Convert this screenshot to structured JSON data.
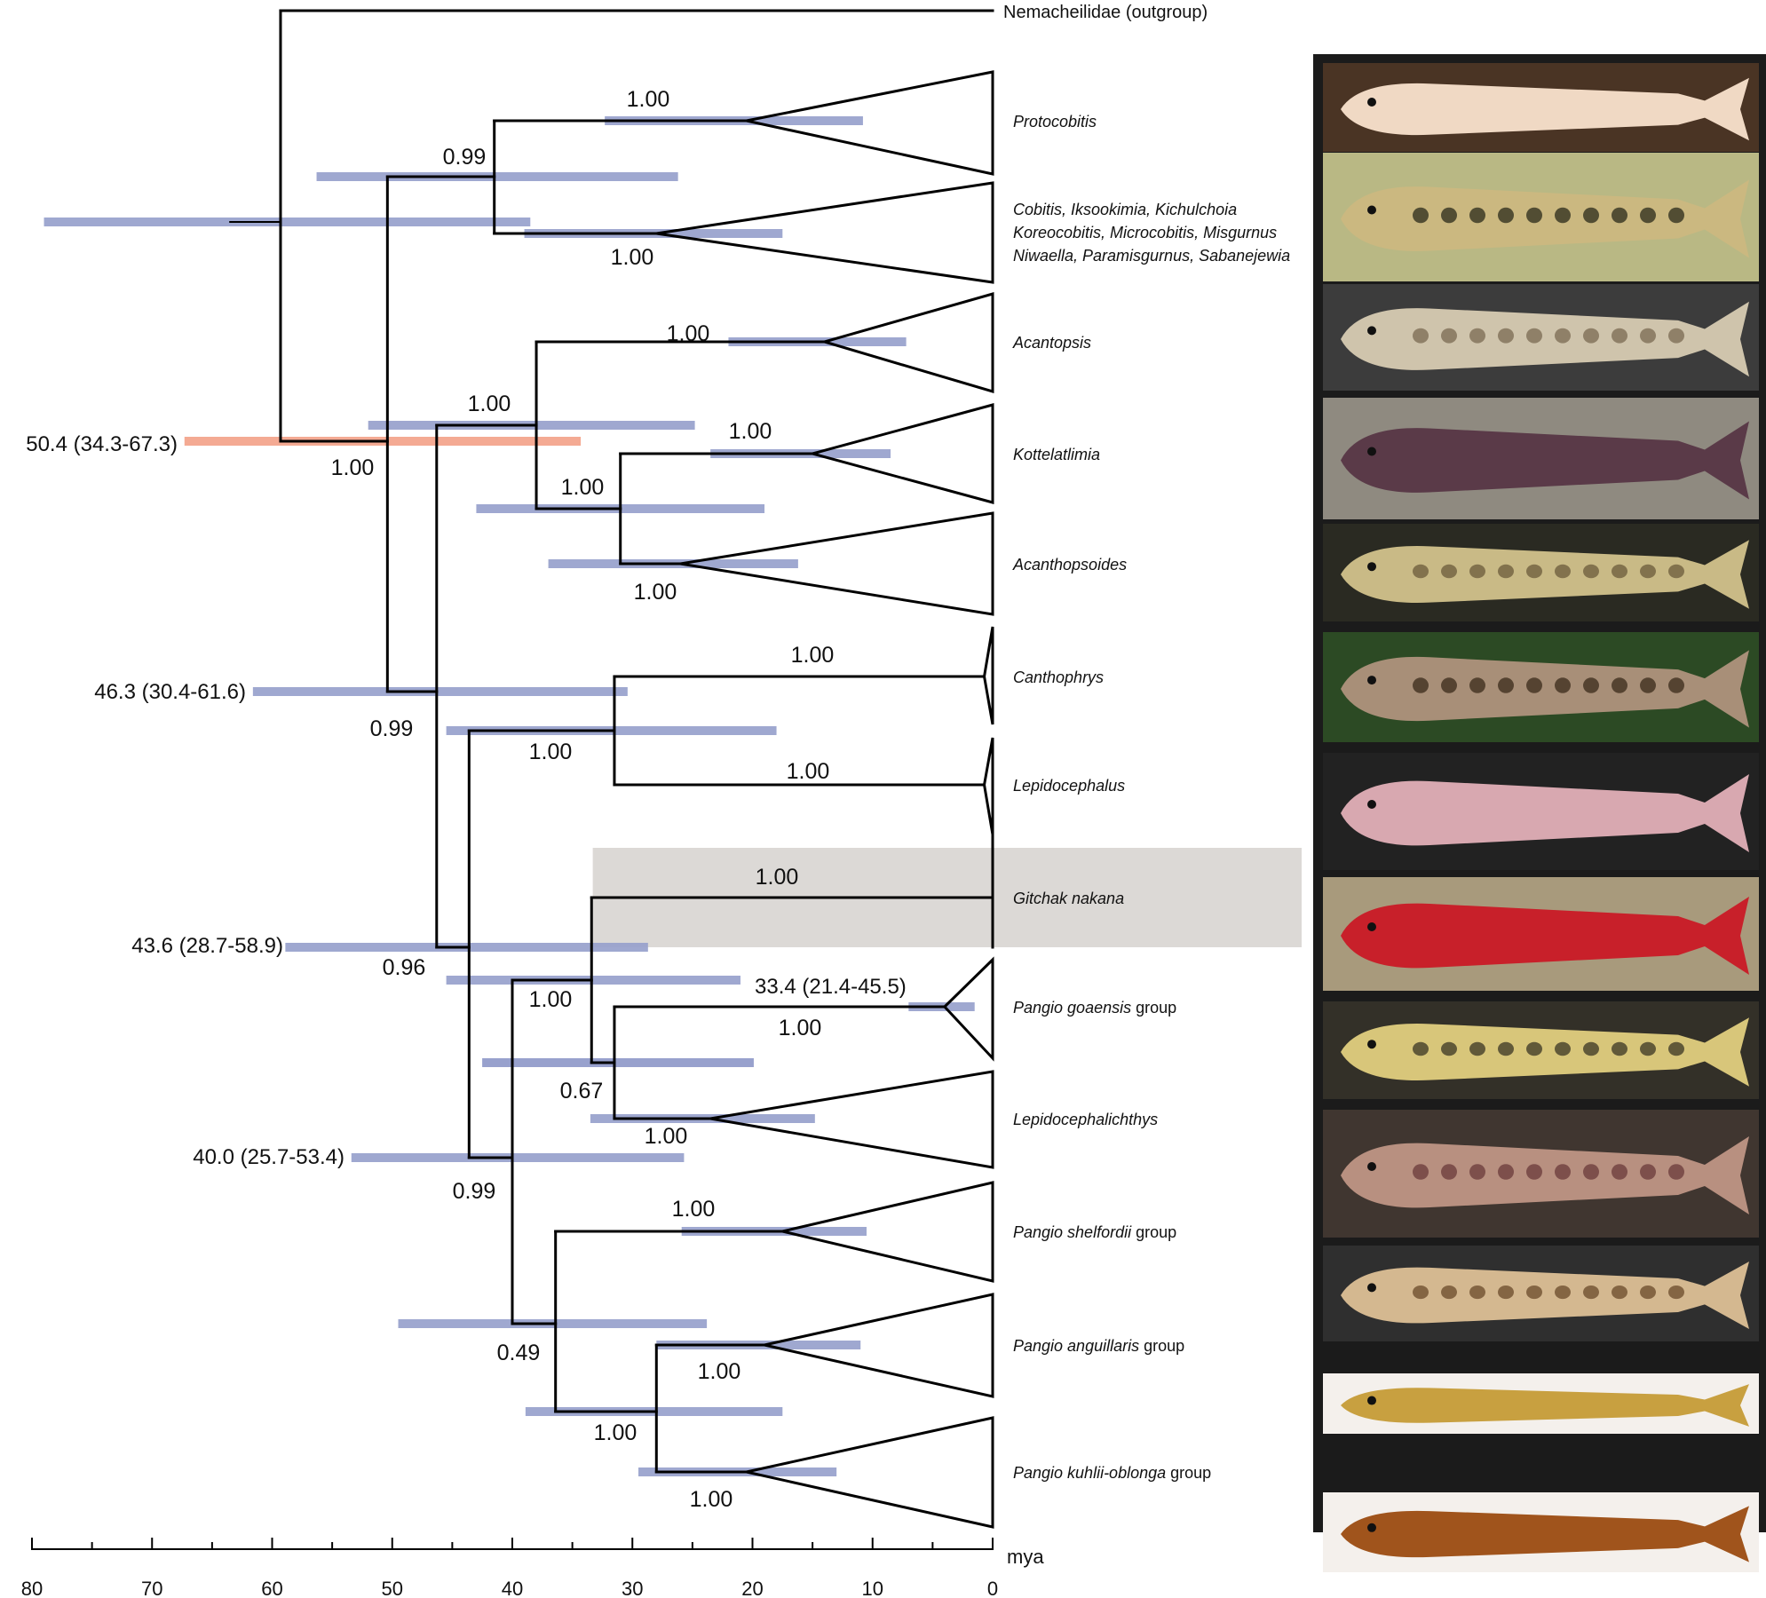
{
  "tree": {
    "outgroup_label": "Nemacheilidae (outgroup)",
    "axis": {
      "unit_label": "mya",
      "ticks": [
        "80",
        "70",
        "60",
        "50",
        "40",
        "30",
        "20",
        "10",
        "0"
      ],
      "range_mya": [
        80,
        0
      ]
    },
    "colors": {
      "branch": "#000000",
      "hpd_bar": "#97a1cc",
      "root_bar": "#f3a38a",
      "highlight": "#dcd9d6",
      "photo_panel": "#1b1b1b"
    },
    "clades": [
      {
        "id": "protocobitis",
        "label": "Protocobitis",
        "italic": true,
        "suffix": ""
      },
      {
        "id": "cobitis",
        "label_lines": [
          "Cobitis, Iksookimia, Kichulchoia",
          "Koreocobitis, Microcobitis, Misgurnus",
          "Niwaella, Paramisgurnus, Sabanejewia"
        ],
        "italic": true
      },
      {
        "id": "acantopsis",
        "label": "Acantopsis",
        "italic": true,
        "suffix": ""
      },
      {
        "id": "kottelatlimia",
        "label": "Kottelatlimia",
        "italic": true,
        "suffix": ""
      },
      {
        "id": "acanthopsoides",
        "label": "Acanthopsoides",
        "italic": true,
        "suffix": ""
      },
      {
        "id": "canthophrys",
        "label": "Canthophrys",
        "italic": true,
        "suffix": ""
      },
      {
        "id": "lepidocephalus",
        "label": "Lepidocephalus",
        "italic": true,
        "suffix": ""
      },
      {
        "id": "gitchak",
        "label": "Gitchak nakana",
        "italic": true,
        "suffix": "",
        "highlighted": true
      },
      {
        "id": "goaensis",
        "label": "Pangio goaensis",
        "italic": true,
        "suffix": " group"
      },
      {
        "id": "lepidocephalichthys",
        "label": "Lepidocephalichthys",
        "italic": true,
        "suffix": ""
      },
      {
        "id": "shelfordii",
        "label": "Pangio shelfordii",
        "italic": true,
        "suffix": " group"
      },
      {
        "id": "anguillaris",
        "label": "Pangio anguillaris",
        "italic": true,
        "suffix": " group"
      },
      {
        "id": "kuhlii",
        "label": "Pangio kuhlii-oblonga",
        "italic": true,
        "suffix": " group"
      }
    ],
    "support_values": [
      {
        "node": "protocobitis_crown",
        "value": "1.00"
      },
      {
        "node": "cobitis_crown",
        "value": "1.00"
      },
      {
        "node": "cobitinae",
        "value": "0.99"
      },
      {
        "node": "acantopsis_crown",
        "value": "1.00"
      },
      {
        "node": "acantopsis_group",
        "value": "1.00"
      },
      {
        "node": "kottelatlimia_crown",
        "value": "1.00"
      },
      {
        "node": "kott_acanth",
        "value": "1.00"
      },
      {
        "node": "acanthopsoides_crown",
        "value": "1.00"
      },
      {
        "node": "root",
        "value": "1.00"
      },
      {
        "node": "canthophrys_crown",
        "value": "1.00"
      },
      {
        "node": "lepidocephalus_crown",
        "value": "1.00"
      },
      {
        "node": "canth_lepido",
        "value": "1.00"
      },
      {
        "node": "main_node",
        "value": "0.99"
      },
      {
        "node": "gitchak_stem",
        "value": "1.00"
      },
      {
        "node": "acanthophthalmini",
        "value": "0.96"
      },
      {
        "node": "pangio_lepidocephalichthys",
        "value": "1.00"
      },
      {
        "node": "goaensis_crown",
        "value": "1.00"
      },
      {
        "node": "gitchak_split",
        "value": "0.67"
      },
      {
        "node": "lepidocephalichthys_crown",
        "value": "1.00"
      },
      {
        "node": "n3",
        "value": "0.99"
      },
      {
        "node": "shelfordii_crown",
        "value": "1.00"
      },
      {
        "node": "n5",
        "value": "0.49"
      },
      {
        "node": "anguillaris_crown",
        "value": "1.00"
      },
      {
        "node": "n6",
        "value": "1.00"
      },
      {
        "node": "kuhlii_crown",
        "value": "1.00"
      }
    ],
    "node_ages": [
      {
        "node": "root",
        "text": "50.4 (34.3-67.3)"
      },
      {
        "node": "main_node",
        "text": "46.3 (30.4-61.6)"
      },
      {
        "node": "acanthophthalmini",
        "text": "43.6 (28.7-58.9)"
      },
      {
        "node": "n3",
        "text": "40.0 (25.7-53.4)"
      },
      {
        "node": "goaensis_crown",
        "text": "33.4 (21.4-45.5)"
      }
    ],
    "nodes": [
      {
        "id": "outgroup_split",
        "age": 59.3
      },
      {
        "id": "root",
        "age": 50.4,
        "hpd": [
          34.3,
          67.3
        ]
      },
      {
        "id": "cobitinae",
        "age": 41.5,
        "hpd": [
          26.2,
          56.3
        ]
      },
      {
        "id": "protocobitis_crown",
        "age": 20.5,
        "hpd": [
          10.8,
          32.3
        ]
      },
      {
        "id": "cobitis_crown",
        "age": 28.0,
        "hpd": [
          17.5,
          39.0
        ]
      },
      {
        "id": "cobitis_stem_root",
        "age": 63.5,
        "hpd": [
          38.5,
          79.0
        ]
      },
      {
        "id": "main_node",
        "age": 46.3,
        "hpd": [
          30.4,
          61.6
        ]
      },
      {
        "id": "acantopsis_group",
        "age": 38.0,
        "hpd": [
          24.8,
          52.0
        ]
      },
      {
        "id": "acantopsis_crown",
        "age": 14.0,
        "hpd": [
          7.2,
          22.0
        ]
      },
      {
        "id": "kott_acanth",
        "age": 31.0,
        "hpd": [
          19.0,
          43.0
        ]
      },
      {
        "id": "kottelatlimia_crown",
        "age": 15.0,
        "hpd": [
          8.5,
          23.5
        ]
      },
      {
        "id": "acanthopsoides_crown",
        "age": 26.0,
        "hpd": [
          16.2,
          37.0
        ]
      },
      {
        "id": "acanthophthalmini",
        "age": 43.6,
        "hpd": [
          28.7,
          58.9
        ]
      },
      {
        "id": "canth_lepido",
        "age": 31.5,
        "hpd": [
          18.0,
          45.5
        ]
      },
      {
        "id": "n3",
        "age": 40.0,
        "hpd": [
          25.7,
          53.4
        ]
      },
      {
        "id": "n4",
        "age": 39.8,
        "hpd": [
          21.0,
          45.5
        ]
      },
      {
        "id": "gitchak_split",
        "age": 33.4,
        "hpd": [
          19.9,
          42.5
        ]
      },
      {
        "id": "pangio_lepidocephalichthys",
        "age": 31.5,
        "hpd": [
          19.9,
          42.5
        ]
      },
      {
        "id": "goaensis_crown",
        "age": 4.0,
        "hpd": [
          1.5,
          7.0
        ]
      },
      {
        "id": "lepidocephalichthys_crown",
        "age": 23.5,
        "hpd": [
          14.8,
          33.5
        ]
      },
      {
        "id": "n5",
        "age": 36.4,
        "hpd": [
          23.8,
          49.5
        ]
      },
      {
        "id": "shelfordii_crown",
        "age": 17.5,
        "hpd": [
          10.5,
          25.9
        ]
      },
      {
        "id": "n6",
        "age": 28.0,
        "hpd": [
          17.5,
          38.9
        ]
      },
      {
        "id": "anguillaris_crown",
        "age": 19.0,
        "hpd": [
          11.0,
          28.0
        ]
      },
      {
        "id": "kuhlii_crown",
        "age": 20.5,
        "hpd": [
          13.0,
          29.5
        ]
      }
    ]
  },
  "photos": [
    {
      "id": "protocobitis-photo",
      "bg": "#4a3424",
      "body": "#f0d9c4",
      "spots": ""
    },
    {
      "id": "cobitis-photo",
      "bg": "#b9b884",
      "body": "#cbb880",
      "spots": "#2a2a1a"
    },
    {
      "id": "acantopsis-photo",
      "bg": "#3c3c3c",
      "body": "#cfc4ac",
      "spots": "#7a6a52"
    },
    {
      "id": "kottelatlimia-photo",
      "bg": "#8f8a80",
      "body": "#5a3a48",
      "spots": ""
    },
    {
      "id": "acanthopsoides-photo",
      "bg": "#2a2a22",
      "body": "#c9ba86",
      "spots": "#6a5a3a"
    },
    {
      "id": "canthophrys-photo",
      "bg": "#2c4a24",
      "body": "#a88f78",
      "spots": "#3a2a1a"
    },
    {
      "id": "lepidocephalus-photo",
      "bg": "#222222",
      "body": "#d8a8b0",
      "spots": ""
    },
    {
      "id": "gitchak-photo",
      "bg": "#a89a7c",
      "body": "#c8202a",
      "spots": ""
    },
    {
      "id": "goaensis-photo",
      "bg": "#333028",
      "body": "#d8c67a",
      "spots": "#3a3424"
    },
    {
      "id": "lepidocephalichthys-photo",
      "bg": "#403630",
      "body": "#b89080",
      "spots": "#6a3a3a"
    },
    {
      "id": "shelfordii-photo",
      "bg": "#2f2f2f",
      "body": "#d4b890",
      "spots": "#6a4a2a"
    },
    {
      "id": "anguillaris-photo",
      "bg": "#f4f0ec",
      "body": "#c8a040",
      "spots": ""
    },
    {
      "id": "kuhlii-photo",
      "bg": "#f4f0ec",
      "body": "#a0541c",
      "spots": ""
    }
  ]
}
